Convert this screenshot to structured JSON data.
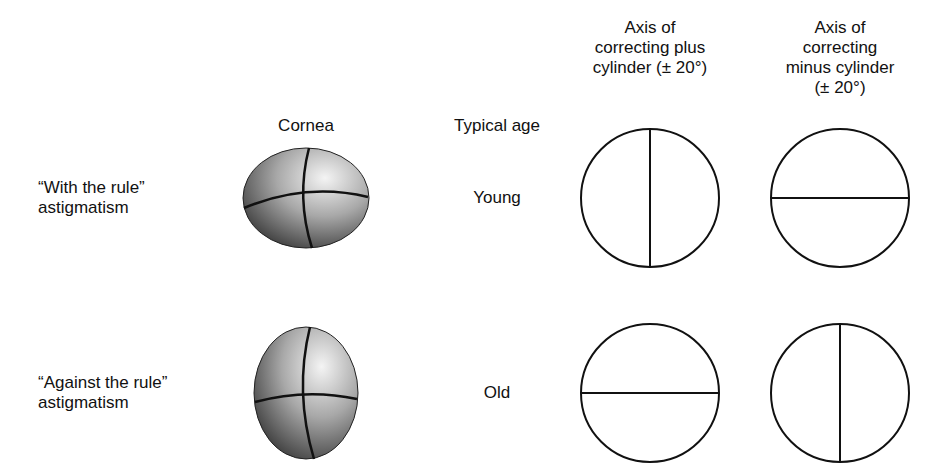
{
  "diagram": {
    "labels": [
      "Axis of correcting plus cylinder (± 20°)",
      "Axis of correcting minus cylinder (± 20°)",
      "Cornea",
      "Typical age",
      "“With the rule” astigmatism",
      "Young",
      "“Against the rule” astigmatism",
      "Old"
    ]
  }
}
